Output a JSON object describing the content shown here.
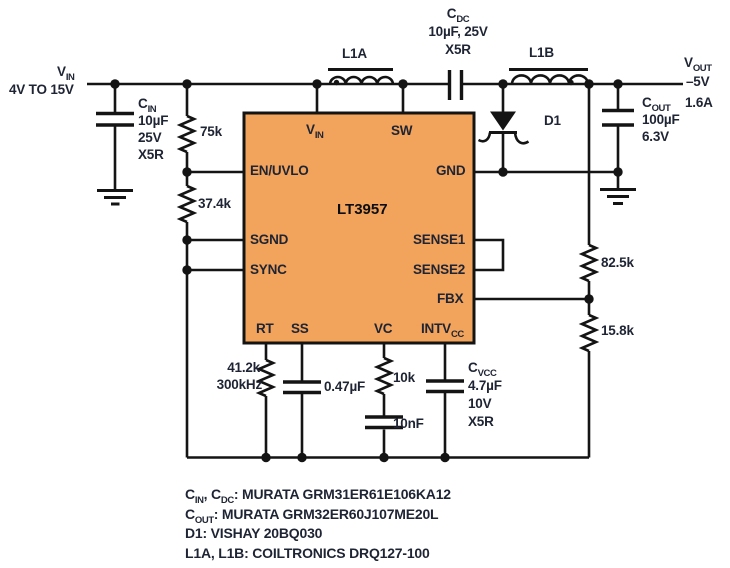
{
  "colors": {
    "chip_fill": "#F2A35C",
    "wire": "#141414",
    "text": "#1E2433"
  },
  "input": {
    "title": [
      {
        "t": "V"
      },
      {
        "s": "IN"
      }
    ],
    "range": "4V TO 15V"
  },
  "output": {
    "title": [
      {
        "t": "V"
      },
      {
        "s": "OUT"
      }
    ],
    "voltage": "–5V",
    "current": "1.6A"
  },
  "chip": {
    "part": "LT3957",
    "pins": {
      "vin": [
        {
          "t": "V"
        },
        {
          "s": "IN"
        }
      ],
      "sw": "SW",
      "en": "EN/UVLO",
      "sgnd": "SGND",
      "sync": "SYNC",
      "gnd": "GND",
      "sense1": "SENSE1",
      "sense2": "SENSE2",
      "fbx": "FBX",
      "rt": "RT",
      "ss": "SS",
      "vc": "VC",
      "intvcc": [
        {
          "t": "INTV"
        },
        {
          "s": "CC"
        }
      ]
    }
  },
  "components": {
    "cin": {
      "name": [
        {
          "t": "C"
        },
        {
          "s": "IN"
        }
      ],
      "lines": [
        "10µF",
        "25V",
        "X5R"
      ]
    },
    "cdc": {
      "name": [
        {
          "t": "C"
        },
        {
          "s": "DC"
        }
      ],
      "value": "10µF, 25V",
      "dielectric": "X5R"
    },
    "cout": {
      "name": [
        {
          "t": "C"
        },
        {
          "s": "OUT"
        }
      ],
      "value": "100µF",
      "voltage": "6.3V"
    },
    "cvcc": {
      "name": [
        {
          "t": "C"
        },
        {
          "s": "VCC"
        }
      ],
      "value": "4.7µF",
      "voltage": "10V",
      "dielectric": "X5R"
    },
    "l1a": "L1A",
    "l1b": "L1B",
    "d1": "D1",
    "r_en_top": "75k",
    "r_en_bot": "37.4k",
    "r_fb_top": "82.5k",
    "r_fb_bot": "15.8k",
    "r_rt": "41.2k",
    "r_rt_freq": "300kHz",
    "c_ss": "0.47µF",
    "r_vc": "10k",
    "c_vc": "10nF"
  },
  "notes": [
    [
      {
        "t": "C"
      },
      {
        "s": "IN"
      },
      {
        "t": ", C"
      },
      {
        "s": "DC"
      },
      {
        "t": ": MURATA GRM31ER61E106KA12"
      }
    ],
    [
      {
        "t": "C"
      },
      {
        "s": "OUT"
      },
      {
        "t": ": MURATA GRM32ER60J107ME20L"
      }
    ],
    [
      {
        "t": "D1: VISHAY 20BQ030"
      }
    ],
    [
      {
        "t": "L1A, L1B: COILTRONICS DRQ127-100"
      }
    ]
  ]
}
